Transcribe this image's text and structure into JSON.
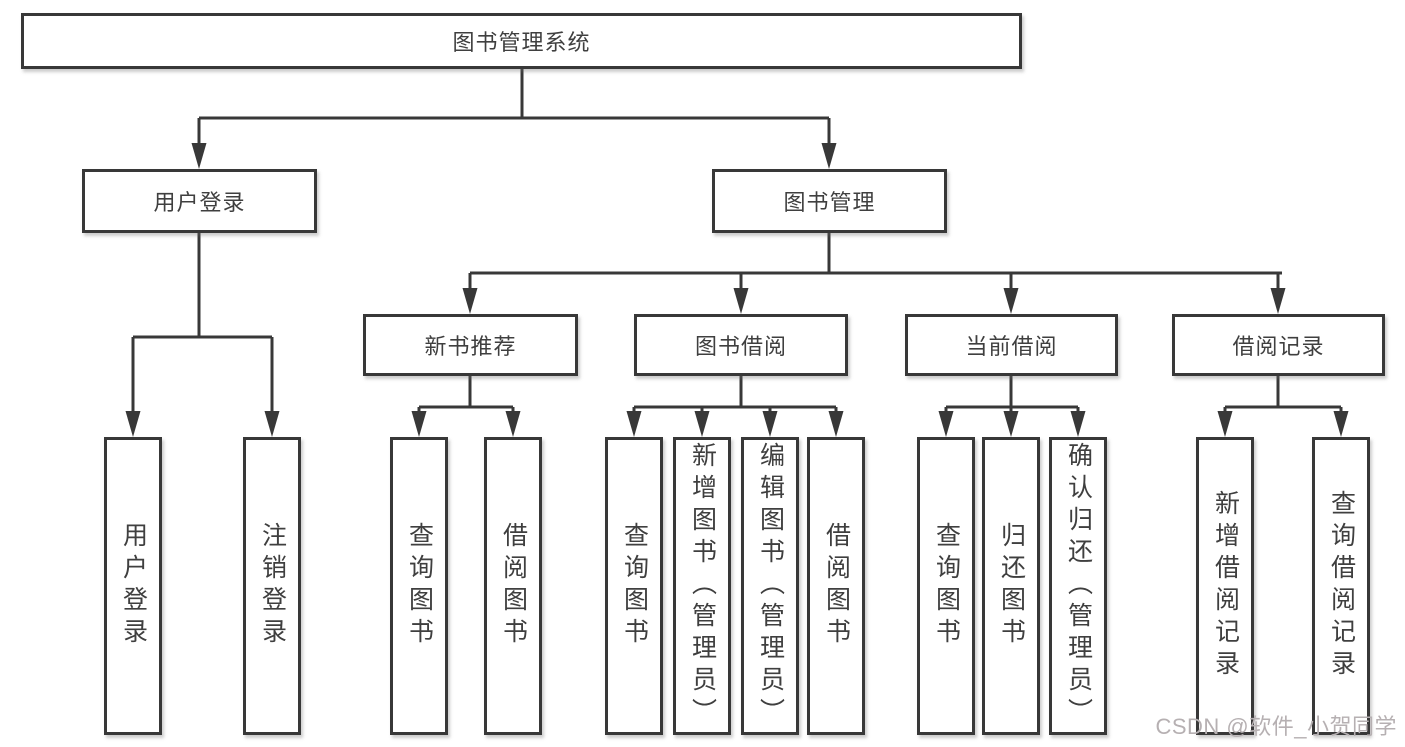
{
  "nodes": {
    "root": {
      "label": "图书管理系统"
    },
    "user_login": {
      "label": "用户登录"
    },
    "book_mgmt": {
      "label": "图书管理"
    },
    "login": {
      "label": "用户登录"
    },
    "logout": {
      "label": "注销登录"
    },
    "new_book": {
      "label": "新书推荐"
    },
    "borrow": {
      "label": "图书借阅"
    },
    "current": {
      "label": "当前借阅"
    },
    "records": {
      "label": "借阅记录"
    },
    "nb_query": {
      "label": "查询图书"
    },
    "nb_borrow": {
      "label": "借阅图书"
    },
    "bb_query": {
      "label": "查询图书"
    },
    "bb_add": {
      "label": "新增图书（管理员）"
    },
    "bb_edit": {
      "label": "编辑图书（管理员）"
    },
    "bb_borrow": {
      "label": "借阅图书"
    },
    "cb_query": {
      "label": "查询图书"
    },
    "cb_return": {
      "label": "归还图书"
    },
    "cb_confirm": {
      "label": "确认归还（管理员）"
    },
    "br_add": {
      "label": "新增借阅记录"
    },
    "br_query": {
      "label": "查询借阅记录"
    }
  },
  "edges": [
    [
      "root",
      "user_login"
    ],
    [
      "root",
      "book_mgmt"
    ],
    [
      "user_login",
      "login"
    ],
    [
      "user_login",
      "logout"
    ],
    [
      "book_mgmt",
      "new_book"
    ],
    [
      "book_mgmt",
      "borrow"
    ],
    [
      "book_mgmt",
      "current"
    ],
    [
      "book_mgmt",
      "records"
    ],
    [
      "new_book",
      "nb_query"
    ],
    [
      "new_book",
      "nb_borrow"
    ],
    [
      "borrow",
      "bb_query"
    ],
    [
      "borrow",
      "bb_add"
    ],
    [
      "borrow",
      "bb_edit"
    ],
    [
      "borrow",
      "bb_borrow"
    ],
    [
      "current",
      "cb_query"
    ],
    [
      "current",
      "cb_return"
    ],
    [
      "current",
      "cb_confirm"
    ],
    [
      "records",
      "br_add"
    ],
    [
      "records",
      "br_query"
    ]
  ],
  "watermark": {
    "text": "CSDN @软件_小贺同学"
  },
  "colors": {
    "line": "#383838",
    "text": "#3f3f3f",
    "watermark": "#b6b0b2",
    "background": "#ffffff"
  }
}
